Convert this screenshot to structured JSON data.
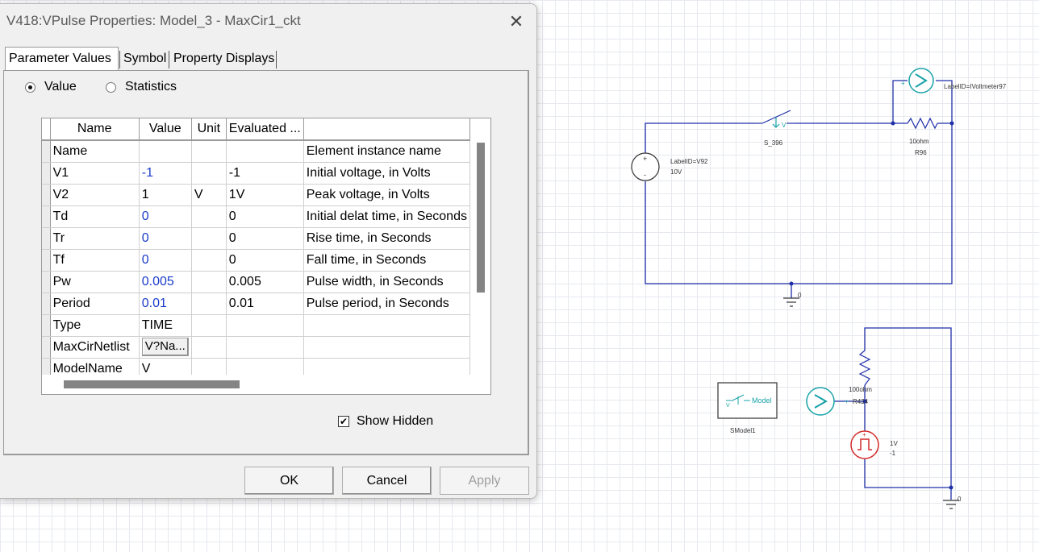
{
  "dialog": {
    "title": "V418:VPulse Properties: Model_3 - MaxCir1_ckt",
    "tabs": [
      {
        "label": "Parameter Values",
        "active": true
      },
      {
        "label": "Symbol",
        "active": false
      },
      {
        "label": "Property Displays",
        "active": false
      }
    ],
    "radio": {
      "value_label": "Value",
      "statistics_label": "Statistics",
      "selected": "Value"
    },
    "columns": [
      "Name",
      "Value",
      "Unit",
      "Evaluated ...",
      ""
    ],
    "rows": [
      {
        "name": "Name",
        "value": "",
        "unit": "",
        "evaluated": "",
        "description": "Element instance name"
      },
      {
        "name": "V1",
        "value": "-1",
        "unit": "",
        "evaluated": "-1",
        "description": "Initial voltage, in Volts"
      },
      {
        "name": "V2",
        "value": "1",
        "unit": "V",
        "evaluated": "1V",
        "description": "Peak voltage, in Volts"
      },
      {
        "name": "Td",
        "value": "0",
        "unit": "",
        "evaluated": "0",
        "description": "Initial delat time, in Seconds"
      },
      {
        "name": "Tr",
        "value": "0",
        "unit": "",
        "evaluated": "0",
        "description": "Rise time, in Seconds"
      },
      {
        "name": "Tf",
        "value": "0",
        "unit": "",
        "evaluated": "0",
        "description": "Fall time, in Seconds"
      },
      {
        "name": "Pw",
        "value": "0.005",
        "unit": "",
        "evaluated": "0.005",
        "description": "Pulse width, in Seconds"
      },
      {
        "name": "Period",
        "value": "0.01",
        "unit": "",
        "evaluated": "0.01",
        "description": "Pulse period, in Seconds"
      },
      {
        "name": "Type",
        "value": "TIME",
        "unit": "",
        "evaluated": "",
        "description": ""
      },
      {
        "name": "MaxCirNetlist",
        "value": "V?Na...",
        "unit": "",
        "evaluated": "",
        "description": ""
      },
      {
        "name": "ModelName",
        "value": "V",
        "unit": "",
        "evaluated": "",
        "description": ""
      }
    ],
    "show_hidden": {
      "label": "Show Hidden",
      "checked": true,
      "mark": "✔"
    },
    "buttons": {
      "ok": "OK",
      "cancel": "Cancel",
      "apply": "Apply"
    },
    "close_glyph": "✕"
  },
  "schematic": {
    "voltmeter_label": "LabelID=IVoltmeter97",
    "switch_label": "S_396",
    "switch_tag": "V",
    "resistor1_value": "10ohm",
    "resistor1_name": "R96",
    "source_label": "LabelID=V92",
    "source_value": "10V",
    "ground_label": "0",
    "model_block_text": "Model",
    "model_block_name": "SModel1",
    "resistor2_value": "100ohm",
    "resistor2_name": "R424",
    "pulse_v1": "1V",
    "pulse_v2": "-1",
    "ground2_label": "0",
    "plus": "+",
    "minus": "-",
    "wire_color": "#1f2fa8",
    "meter_color": "#18a2a8",
    "pulse_color": "#d42a2a"
  }
}
